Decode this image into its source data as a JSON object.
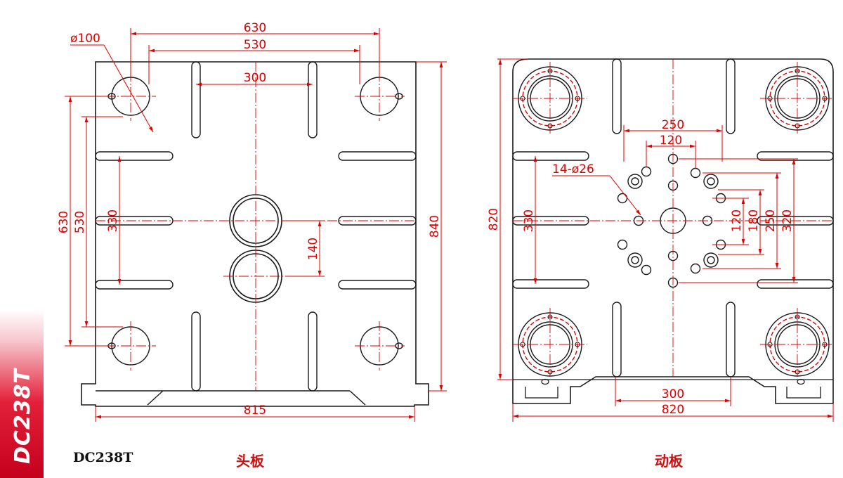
{
  "side_tab": {
    "text": "DC238T",
    "color": "#d9142b"
  },
  "footer": {
    "model": "DC238T",
    "left_caption": "头板",
    "right_caption": "动板"
  },
  "colors": {
    "outline": "#1a1a1a",
    "dimension": "#e00000",
    "centerline": "#e00000"
  },
  "head_plate": {
    "dims": {
      "hole_dia": "ø100",
      "top_outer": "630",
      "top_inner": "530",
      "slot_span": "300",
      "left_outer": "630",
      "left_inner": "530",
      "left_slot": "330",
      "center_gap": "140",
      "height": "840",
      "bottom_width": "815"
    }
  },
  "moving_plate": {
    "dims": {
      "top_250": "250",
      "top_120": "120",
      "holes": "14-ø26",
      "height": "820",
      "left_slot": "330",
      "r_120": "120",
      "r_180": "180",
      "r_250": "250",
      "r_320": "320",
      "bottom_300": "300",
      "bottom_width": "820"
    }
  }
}
